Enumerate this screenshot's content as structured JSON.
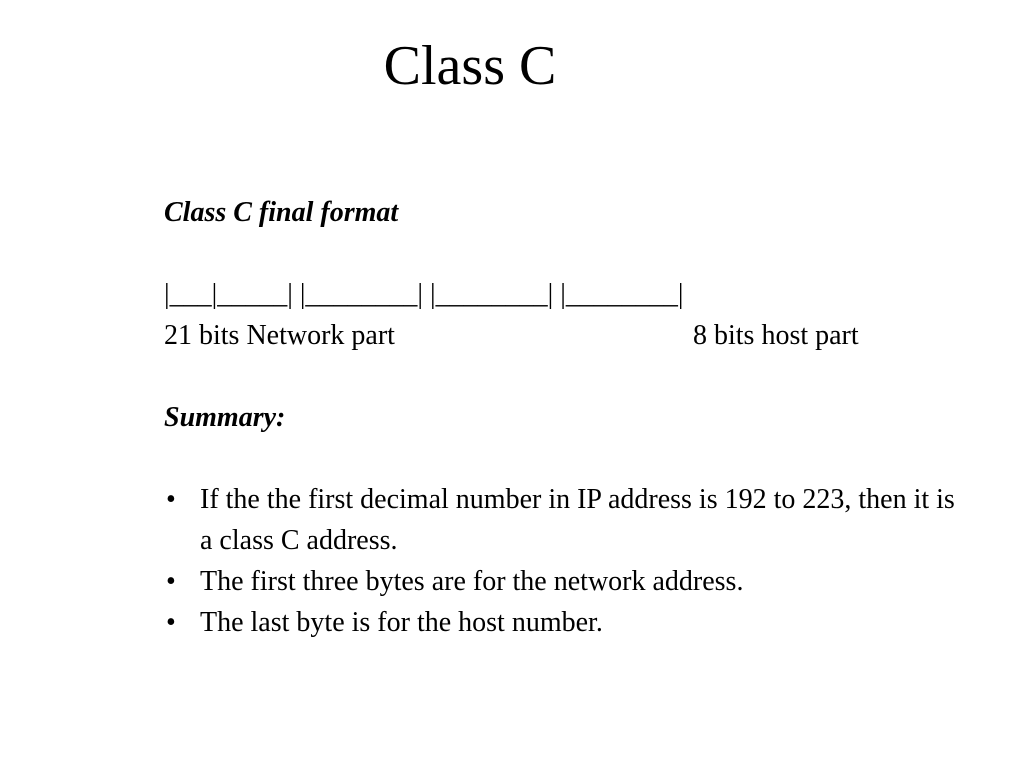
{
  "slide": {
    "title": "Class C",
    "format_heading": "Class C final format",
    "format_diagram": "|___|_____| |________| |________| |________|",
    "network_label": "21 bits Network part",
    "host_label": "8 bits host part",
    "summary_heading": "Summary:",
    "bullet_glyph": "•",
    "bullets": [
      "If the the first decimal number in IP address is 192 to 223, then it is a class C address.",
      "The first three bytes are for the network address.",
      "The last byte is for the host number."
    ]
  }
}
